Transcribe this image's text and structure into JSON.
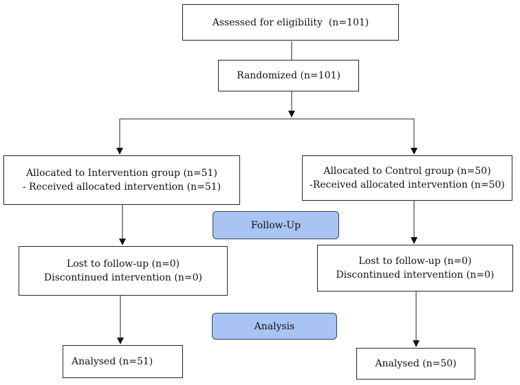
{
  "assessed": {
    "line1": "Assessed for eligibility  (n=101)"
  },
  "randomized": {
    "line1": "Randomized (n=101)"
  },
  "intervention_alloc": {
    "line1": "Allocated to Intervention group (n=51)",
    "line2": "- Received allocated intervention (n=51)"
  },
  "control_alloc": {
    "line1": "Allocated to Control group (n=50)",
    "line2": "-Received allocated intervention (n=50)"
  },
  "followup_label": "Follow-Up",
  "intervention_followup": {
    "line1": "Lost to follow-up (n=0)",
    "line2": "Discontinued intervention (n=0)"
  },
  "control_followup": {
    "line1": "Lost to follow-up (n=0)",
    "line2": "Discontinued intervention (n=0)"
  },
  "analysis_label": "Analysis",
  "intervention_analysed": {
    "line1": "Analysed (n=51)"
  },
  "control_analysed": {
    "line1": "Analysed (n=50)"
  }
}
